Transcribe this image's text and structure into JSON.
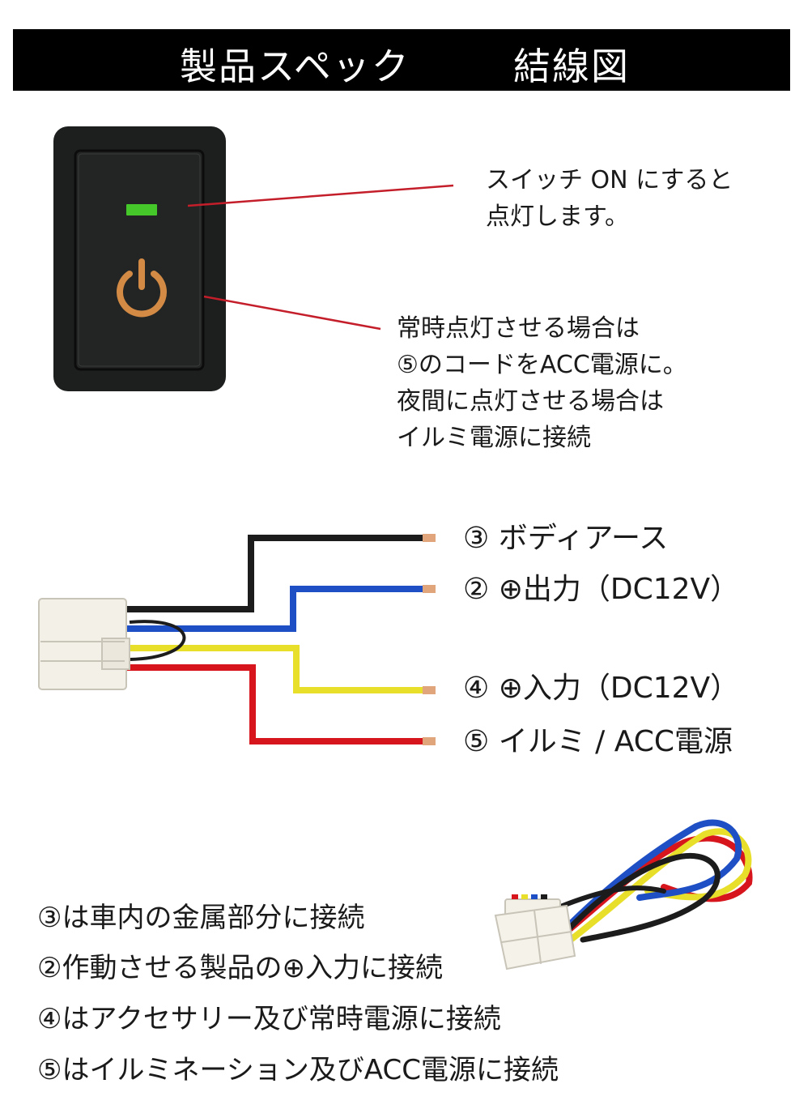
{
  "header": {
    "title_spec": "製品スペック",
    "title_wiring": "結線図"
  },
  "switch": {
    "callout_led": [
      "スイッチ ON にすると",
      "点灯します。"
    ],
    "callout_power": [
      "常時点灯させる場合は",
      "⑤のコードをACC電源に。",
      "夜間に点灯させる場合は",
      "イルミ電源に接続"
    ],
    "colors": {
      "body": "#1d1f1e",
      "led": "#45c92a",
      "power_icon": "#d28a45",
      "callout_line": "#c41e2a"
    }
  },
  "wires": [
    {
      "label": "③ ボディアース",
      "color": "#1c1c1c"
    },
    {
      "label": "② ⊕出力（DC12V）",
      "color": "#1f4fc4"
    },
    {
      "label": "④ ⊕入力（DC12V）",
      "color": "#e8df2a"
    },
    {
      "label": "⑤ イルミ / ACC電源",
      "color": "#d6161c"
    }
  ],
  "instructions": [
    "③は車内の金属部分に接続",
    "②作動させる製品の⊕入力に接続",
    "④はアクセサリー及び常時電源に接続",
    "⑤はイルミネーション及びACC電源に接続"
  ]
}
